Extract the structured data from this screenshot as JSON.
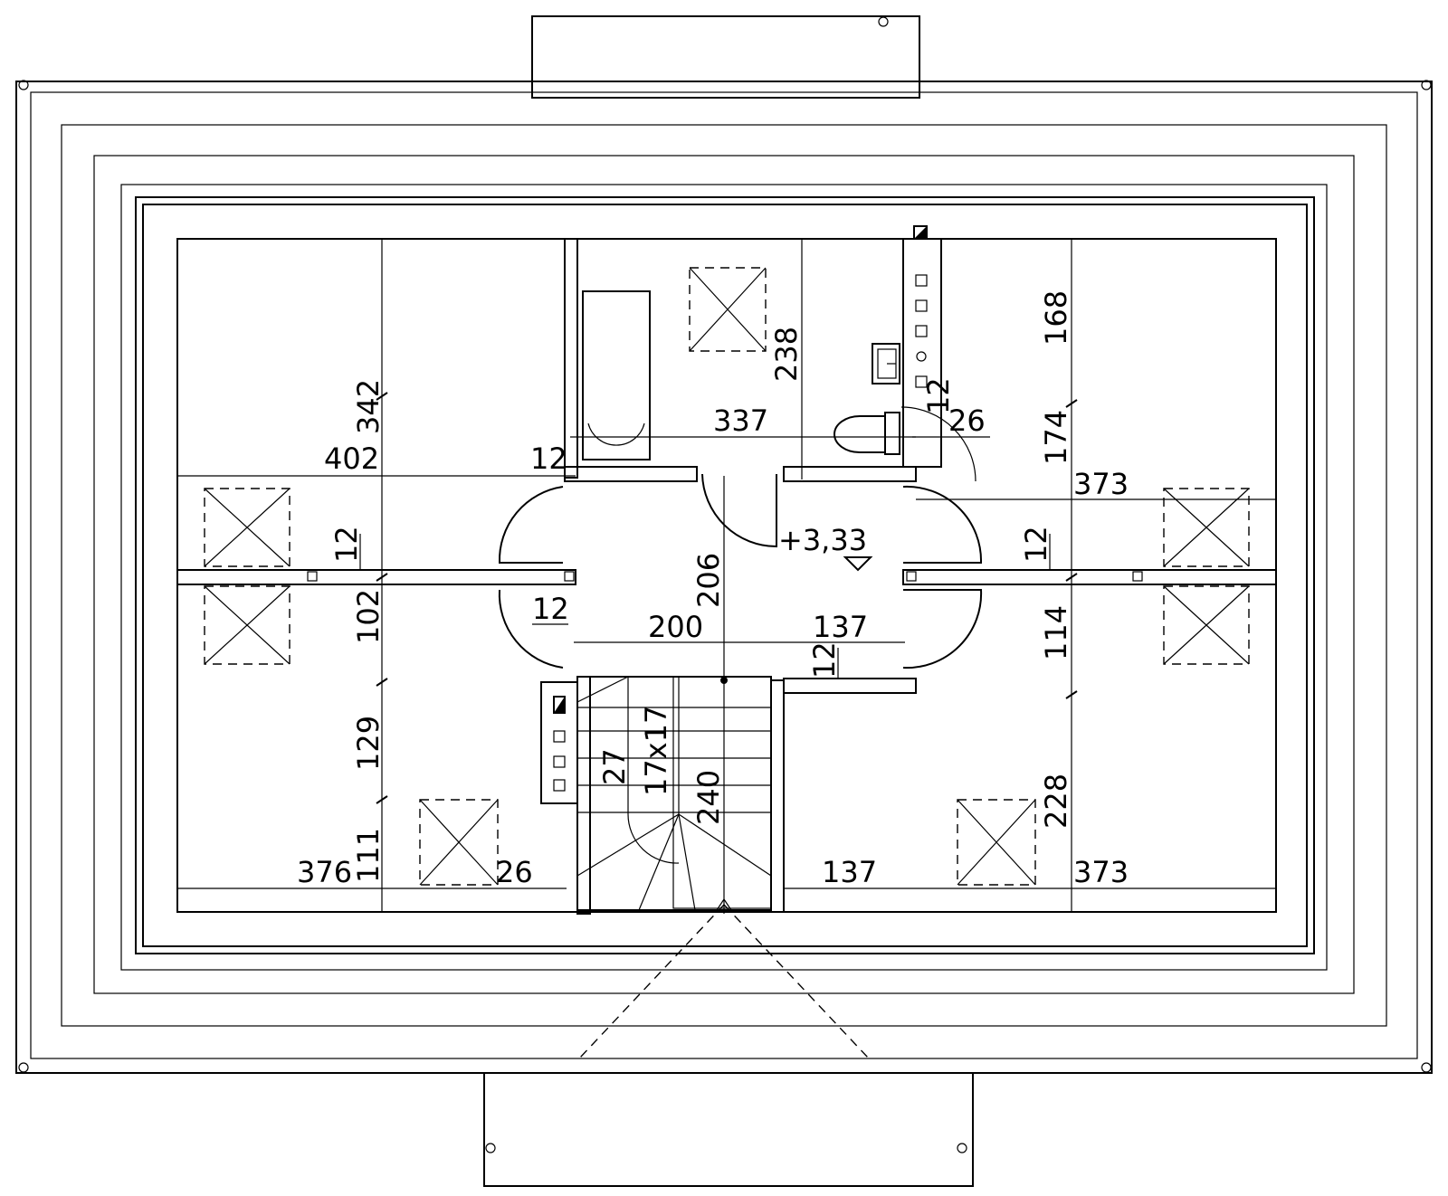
{
  "labels": {
    "d342": "342",
    "d402": "402",
    "d12a": "12",
    "d337": "337",
    "d238": "238",
    "d12b": "12",
    "d26a": "26",
    "d168": "168",
    "d174": "174",
    "d373a": "373",
    "d333": "+3,33",
    "d206": "206",
    "d12c": "12",
    "d12d": "12",
    "d102": "102",
    "d12e": "12",
    "d200": "200",
    "d137a": "137",
    "d12f": "12",
    "d114": "114",
    "d129": "129",
    "d27": "27",
    "d17x17": "17x17",
    "d240": "240",
    "d228": "228",
    "d376": "376",
    "d111": "111",
    "d26b": "26",
    "d137b": "137",
    "d373b": "373"
  },
  "icons": [
    "skylight-icon",
    "bathtub-icon",
    "washbasin-icon",
    "toilet-icon",
    "level-marker-icon",
    "chimney-vent-icon",
    "stair-icon"
  ]
}
